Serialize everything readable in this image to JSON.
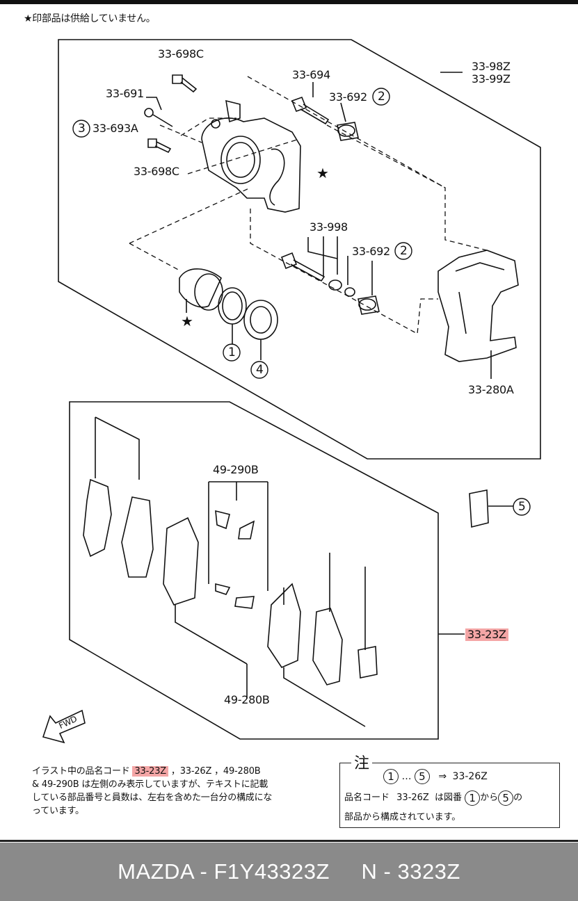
{
  "header": {
    "star_note": "★印部品は供給していません。"
  },
  "labels": {
    "p33_698c_top": "33-698C",
    "p33_691": "33-691",
    "p33_693a": "33-693A",
    "p33_698c_bottom": "33-698C",
    "p33_694": "33-694",
    "p33_692_top": "33-692",
    "p33_98z": "33-98Z",
    "p33_99z": "33-99Z",
    "p33_998": "33-998",
    "p33_692_mid": "33-692",
    "p33_280a": "33-280A",
    "p49_290b": "49-290B",
    "p33_23z": "33-23Z",
    "p49_280b": "49-280B",
    "fwd": "FWD",
    "star": "★"
  },
  "callouts": {
    "c1": "1",
    "c2a": "2",
    "c2b": "2",
    "c3": "3",
    "c4": "4",
    "c5": "5"
  },
  "note_left": {
    "prefix": "イラスト中の品名コード",
    "highlight": "33-23Z",
    "rest1": "，33-26Z ，49-280B",
    "line2": "& 49-290B は左側のみ表示していますが、テキストに記載",
    "line3": "している部品番号と員数は、左右を含めた一台分の構成にな",
    "line4": "っています。"
  },
  "note_box": {
    "title": "注",
    "c_from": "1",
    "dots": "…",
    "c_to": "5",
    "arrow": "⇒",
    "target": "33-26Z",
    "l2_a": "品名コード",
    "l2_code": "33-26Z",
    "l2_b": "は図番",
    "l2_c1": "1",
    "l2_kara": "から",
    "l2_c5": "5",
    "l2_no": "の",
    "l3": "部品から構成されています。"
  },
  "footer": {
    "text": "MAZDA - F1Y43323Z     N - 3323Z"
  },
  "colors": {
    "highlight": "#f4a6a6",
    "footer_bg": "#8a8a8a",
    "ink": "#111111"
  }
}
